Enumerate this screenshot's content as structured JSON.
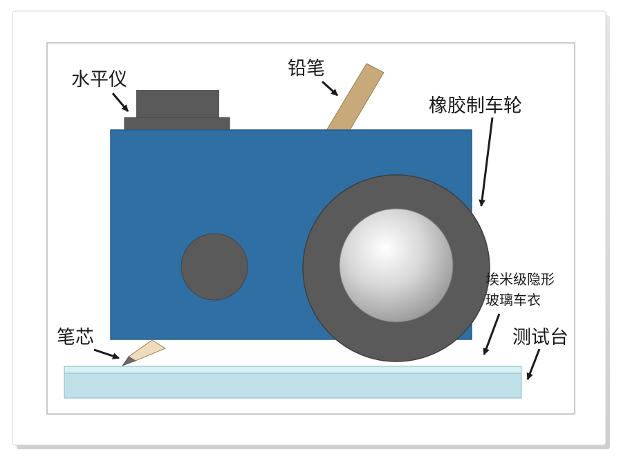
{
  "labels": {
    "level": "水平仪",
    "pencil": "铅笔",
    "rubber_wheel": "橡胶制车轮",
    "coating_line1": "埃米级隐形",
    "coating_line2": "玻璃车衣",
    "test_bench": "测试台",
    "pencil_lead": "笔芯"
  },
  "colors": {
    "body_blue": "#2f6fa3",
    "dark_gray": "#5a5a5a",
    "pencil_tan": "#c8a97a",
    "bench_light": "#bfe0e8",
    "border_gray": "#b9b9b9"
  }
}
